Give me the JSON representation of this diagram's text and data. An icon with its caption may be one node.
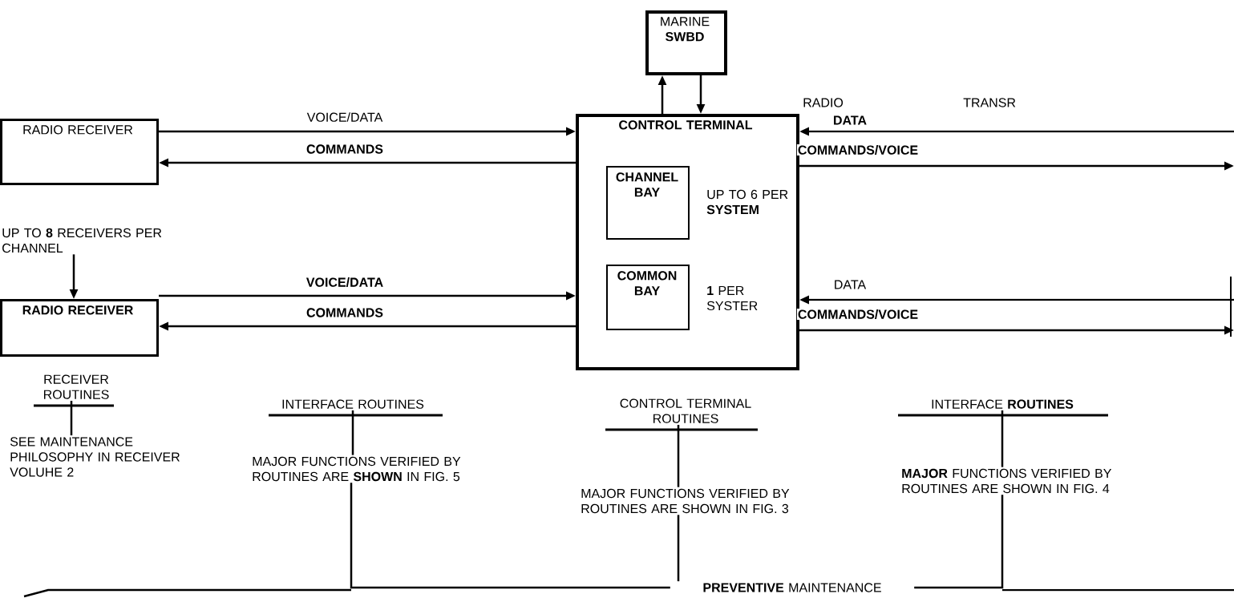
{
  "diagram": {
    "nodes": [
      {
        "text": [
          "RADIO RECEIVER"
        ]
      },
      {
        "text": [
          "RADIO RECEIVER"
        ]
      },
      {
        "text": [
          "CONTROL TERMINAL"
        ]
      },
      {
        "text": [
          "CHANNEL BAY"
        ],
        "in": 2,
        "beside": [
          "UP TO 6 PER **SYSTEM**"
        ]
      },
      {
        "text": [
          "COMMON BAY"
        ],
        "in": 2,
        "beside": [
          "**1** PER SYSTER"
        ]
      },
      {
        "text": [
          "MARINE **SWBD**"
        ]
      },
      {
        "text": [
          "UP TO **8** RECEIVERS PER CHANNEL"
        ]
      },
      {
        "text": [
          "RECEIVER ROUTINES"
        ]
      },
      {
        "text": [
          "SEE MAINTENANCE PHILOSOPHY IN RECEIVER VOLUHE 2"
        ]
      },
      {
        "text": [
          "INTERFACE ROUTINES"
        ]
      },
      {
        "text": [
          "MAJOR FUNCTIONS VERIFIED BY ROUTINES ARE **SHOWN** IN FIG. 5"
        ]
      },
      {
        "text": [
          "CONTROL TERMINAL ROUTINES"
        ]
      },
      {
        "text": [
          "MAJOR FUNCTIONS VERIFIED BY ROUTINES ARE SHOWN IN FIG. 3"
        ]
      },
      {
        "text": [
          "INTERFACE **ROUTINES**"
        ]
      },
      {
        "text": [
          "**MAJOR** FUNCTIONS VERIFIED BY ROUTINES ARE SHOWN IN FIG. 4"
        ]
      },
      {
        "text": [
          "**PREVENTIVE** MAINTENANCE"
        ]
      }
    ],
    "edges": [
      {
        "from": 0,
        "to": 2,
        "arrow": "to",
        "label": "VOICE/DATA"
      },
      {
        "from": 2,
        "to": 0,
        "arrow": "to",
        "label": "COMMANDS"
      },
      {
        "from": 1,
        "to": 2,
        "arrow": "to",
        "label": "VOICE/DATA"
      },
      {
        "from": 2,
        "to": 1,
        "arrow": "to",
        "label": "COMMANDS"
      },
      {
        "from": 2,
        "to": 5,
        "arrow": "to"
      },
      {
        "from": 5,
        "to": 2,
        "arrow": "to"
      },
      {
        "from": 6,
        "to": 1,
        "arrow": "to"
      },
      {
        "from": null,
        "to": 2,
        "arrow": "to",
        "label": "DATA"
      },
      {
        "from": 2,
        "to": null,
        "arrow": "to",
        "label": "COMMANDS/VOICE"
      },
      {
        "from": null,
        "to": 2,
        "arrow": "to",
        "label": "DATA"
      },
      {
        "from": 2,
        "to": null,
        "arrow": "to",
        "label": "COMMANDS/VOICE"
      },
      {
        "from": 7,
        "to": 8,
        "arrow": "none"
      },
      {
        "from": 9,
        "to": 10,
        "arrow": "none"
      },
      {
        "from": 11,
        "to": 12,
        "arrow": "none"
      },
      {
        "from": 13,
        "to": 14,
        "arrow": "none"
      },
      {
        "from": 10,
        "to": 15,
        "arrow": "none"
      },
      {
        "from": 12,
        "to": 15,
        "arrow": "none"
      },
      {
        "from": 14,
        "to": 15,
        "arrow": "none"
      }
    ],
    "labels": [
      "RADIO",
      "TRANSR"
    ]
  }
}
